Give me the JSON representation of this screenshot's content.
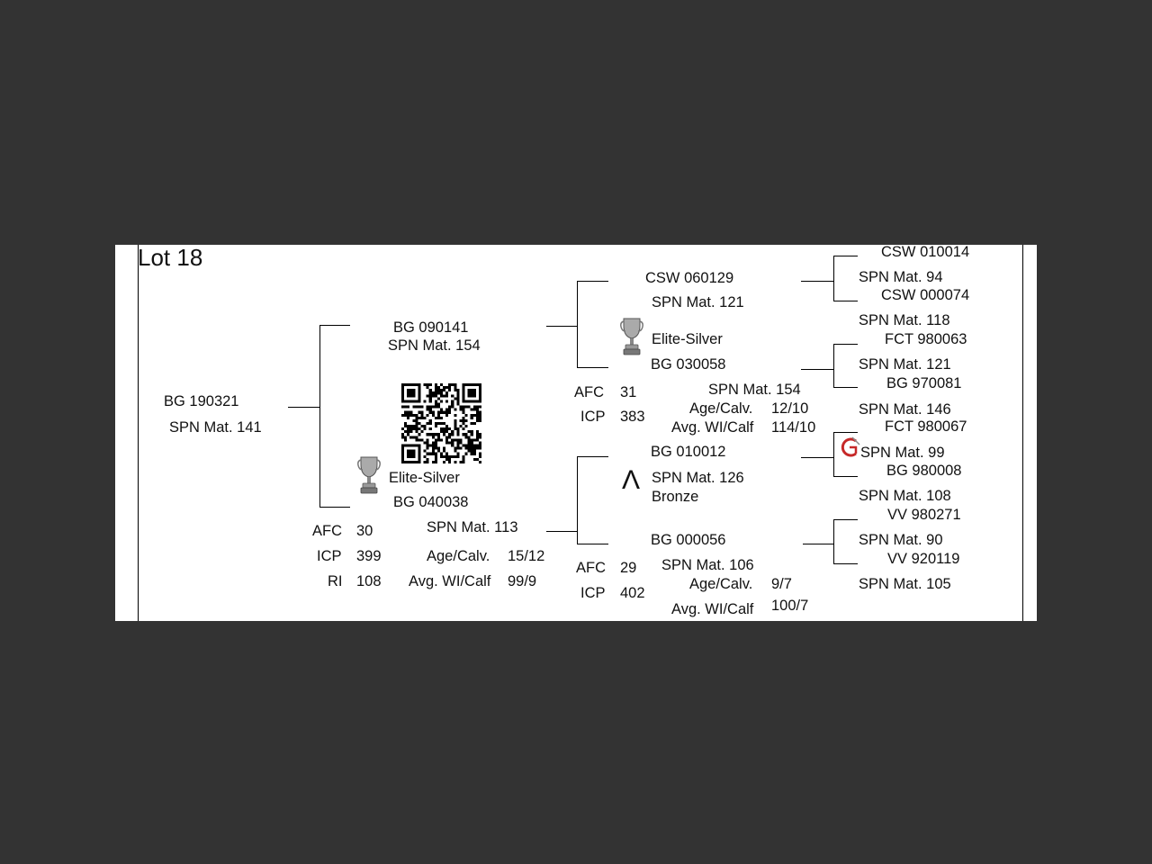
{
  "lot_title": "Lot 18",
  "animal": {
    "id": "BG  190321",
    "spn": "SPN Mat. 141"
  },
  "sire": {
    "id": "BG  090141",
    "spn": "SPN Mat. 154",
    "sire": {
      "id": "CSW 060129",
      "spn": "SPN Mat. 121",
      "sire": {
        "id": "CSW 010014",
        "spn": "SPN Mat. 94"
      },
      "dam": {
        "id": "CSW 000074",
        "spn": "SPN Mat. 118"
      }
    },
    "dam": {
      "award": "Elite-Silver",
      "award_icon": "trophy-icon",
      "id": "BG  030058",
      "spn": "SPN Mat. 154",
      "stats": {
        "afc_label": "AFC",
        "afc": "31",
        "icp_label": "ICP",
        "icp": "383"
      },
      "age_label": "Age/Calv.",
      "age": "12/10",
      "wi_label": "Avg. WI/Calf",
      "wi": "114/10",
      "sire": {
        "id": "FCT 980063",
        "spn": "SPN Mat. 121"
      },
      "dam": {
        "id": "BG  970081",
        "spn": "SPN Mat. 146"
      }
    }
  },
  "qr": {
    "icon": "qr-code-icon"
  },
  "dam": {
    "award": "Elite-Silver",
    "award_icon": "trophy-icon",
    "id": "BG  040038",
    "spn": "SPN Mat. 113",
    "stats": {
      "afc_label": "AFC",
      "afc": "30",
      "icp_label": "ICP",
      "icp": "399",
      "ri_label": "RI",
      "ri": "108"
    },
    "age_label": "Age/Calv.",
    "age": "15/12",
    "wi_label": "Avg. WI/Calf",
    "wi": "99/9",
    "sire": {
      "id": "BG  010012",
      "spn": "SPN Mat. 126",
      "award": "Bronze",
      "award_icon": "lambda-icon",
      "award_glyph": "Λ",
      "sire": {
        "id": "FCT 980067",
        "spn": "SPN Mat. 99",
        "badge_icon": "certification-badge-icon"
      },
      "dam": {
        "id": "BG  980008",
        "spn": "SPN Mat. 108"
      }
    },
    "dam": {
      "id": "BG  000056",
      "spn": "SPN Mat. 106",
      "stats": {
        "afc_label": "AFC",
        "afc": "29",
        "icp_label": "ICP",
        "icp": "402"
      },
      "age_label": "Age/Calv.",
      "age": "9/7",
      "wi_label": "Avg. WI/Calf",
      "wi": "100/7",
      "sire": {
        "id": "VV  980271",
        "spn": "SPN Mat. 90"
      },
      "dam": {
        "id": "VV  920119",
        "spn": "SPN Mat. 105"
      }
    }
  }
}
